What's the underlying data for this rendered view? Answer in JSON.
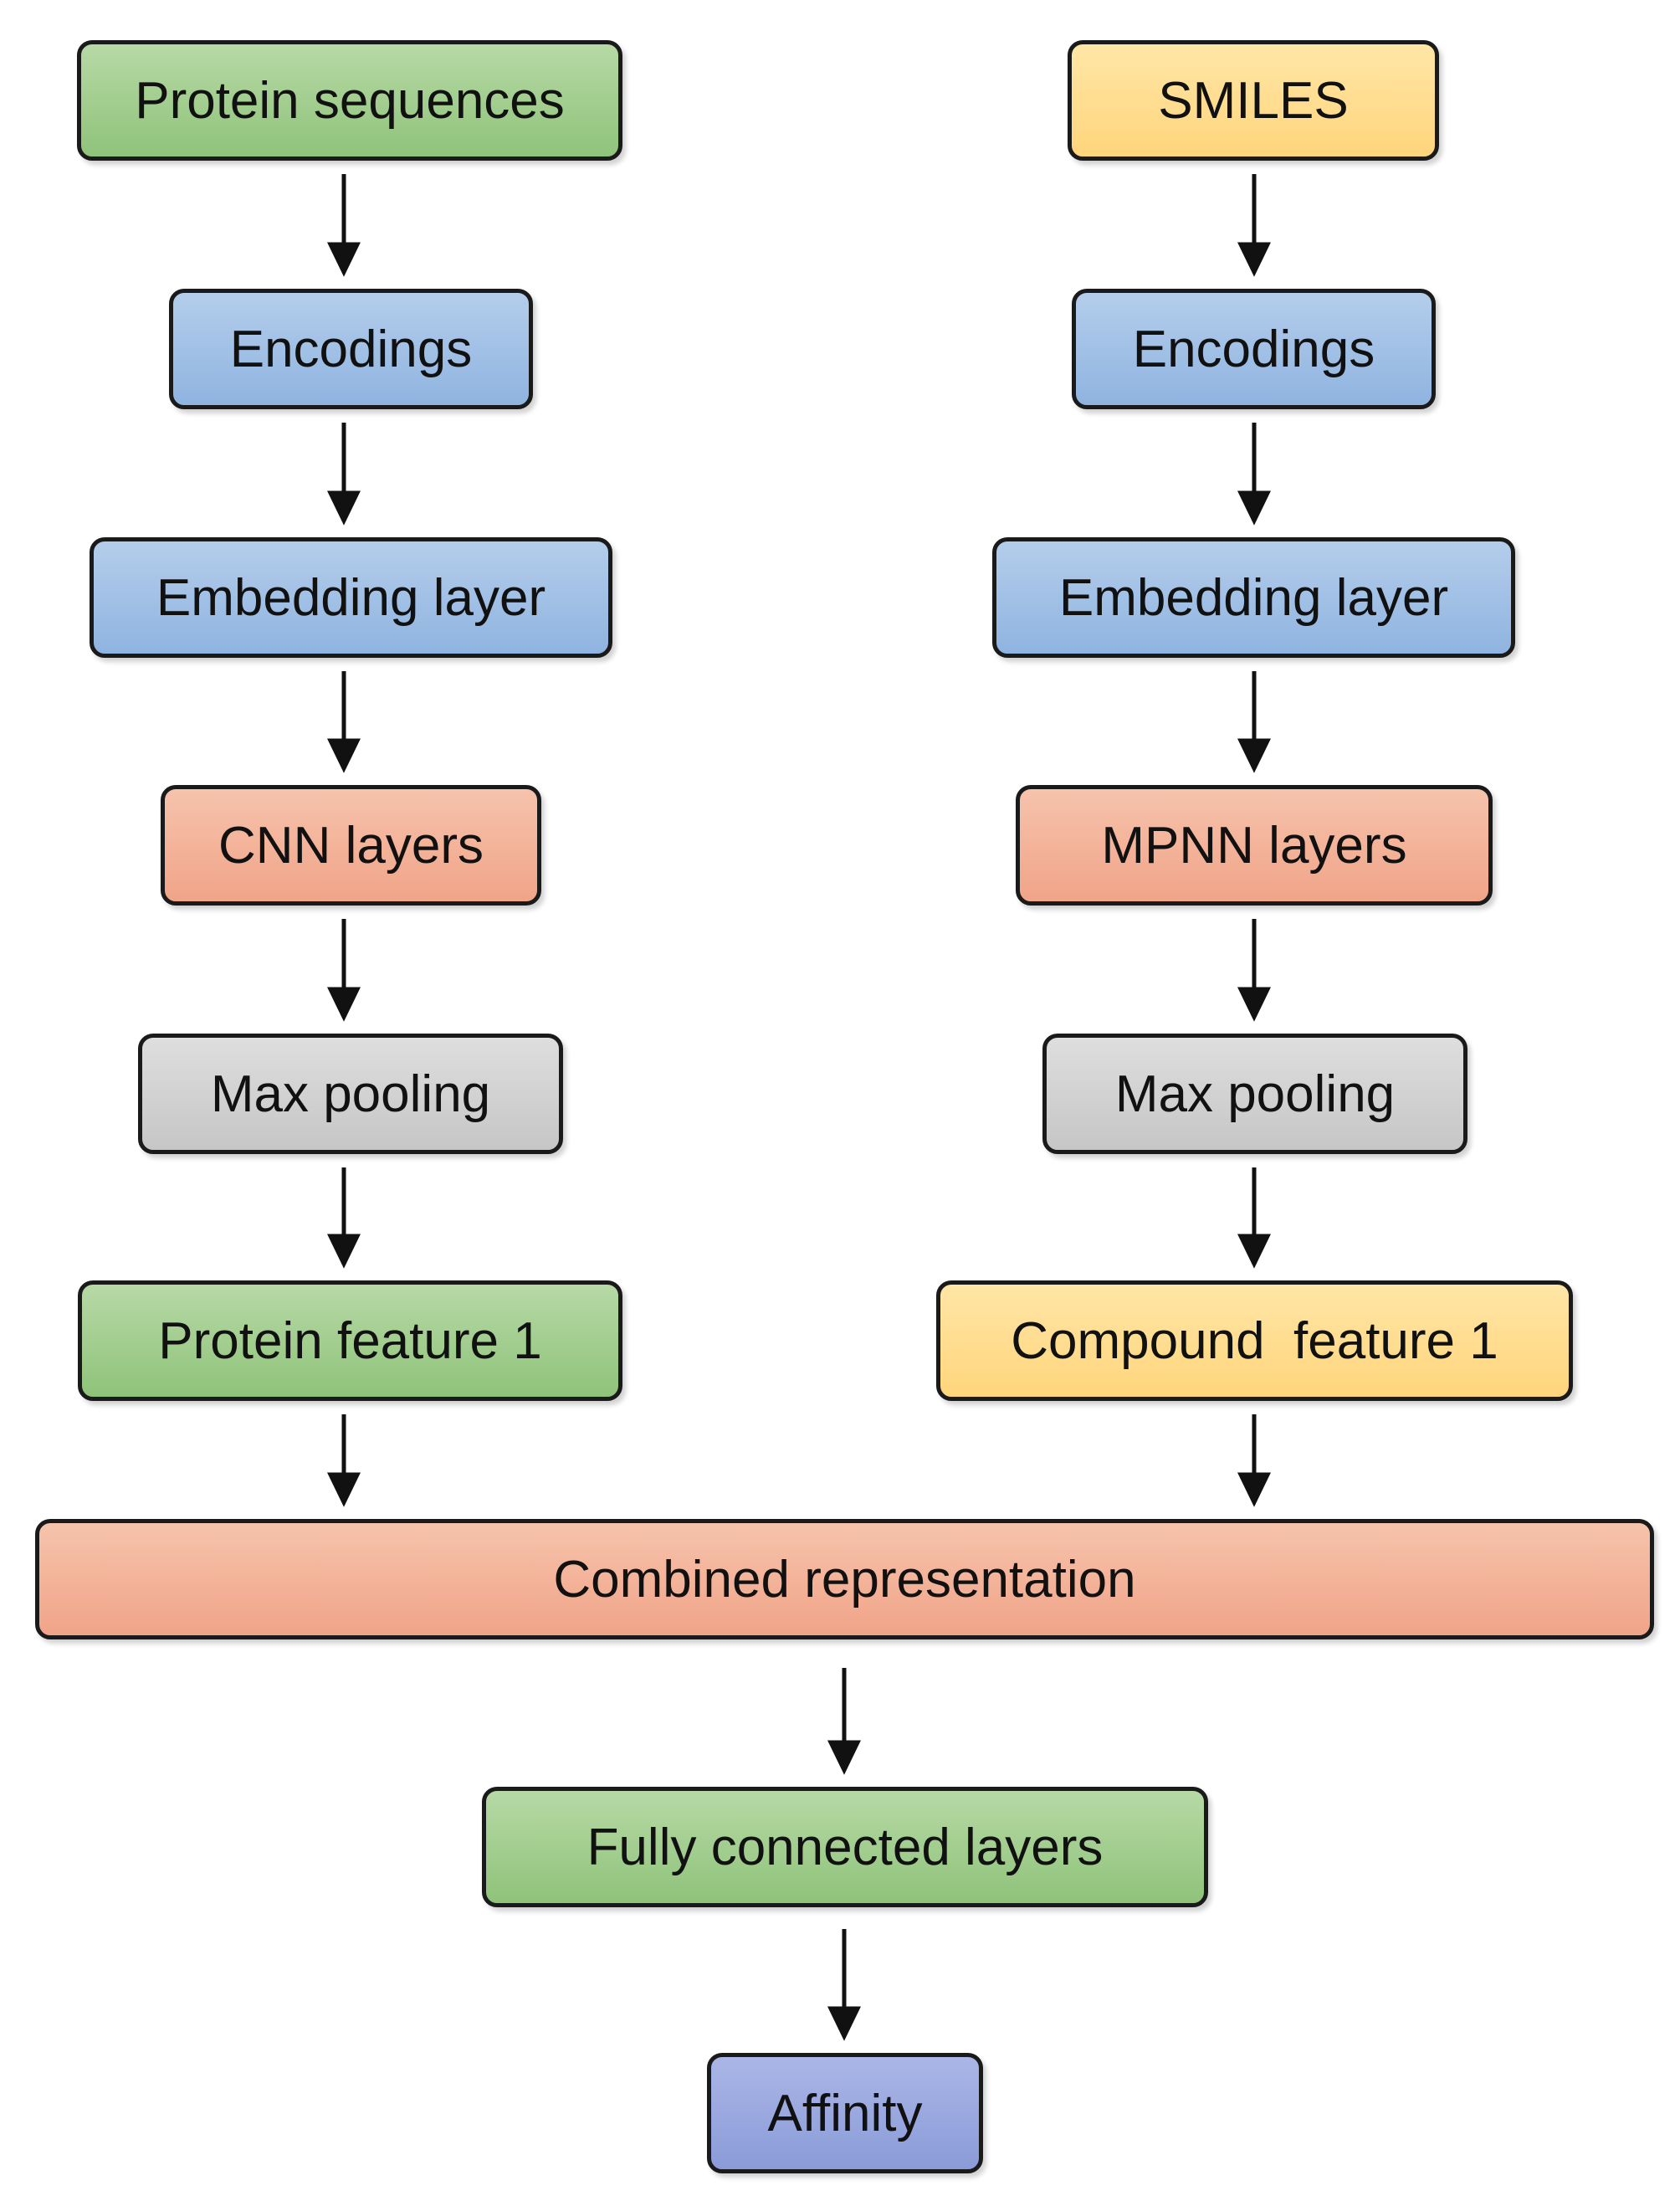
{
  "left_branch": {
    "protein_sequences": "Protein sequences",
    "encodings": "Encodings",
    "embedding_layer": "Embedding layer",
    "cnn_layers": "CNN layers",
    "max_pooling": "Max pooling",
    "protein_feature": "Protein feature 1"
  },
  "right_branch": {
    "smiles": "SMILES",
    "encodings": "Encodings",
    "embedding_layer": "Embedding layer",
    "mpnn_layers": "MPNN layers",
    "max_pooling": "Max pooling",
    "compound_feature": "Compound  feature 1"
  },
  "merge": {
    "combined_representation": "Combined representation",
    "fully_connected_layers": "Fully connected layers",
    "affinity": "Affinity"
  },
  "colors": {
    "green": "#a3cf8f",
    "blue": "#a1c0e6",
    "salmon": "#f3b39a",
    "gray": "#d2d2d2",
    "yellow": "#ffdd91",
    "purple": "#9aa8df"
  }
}
